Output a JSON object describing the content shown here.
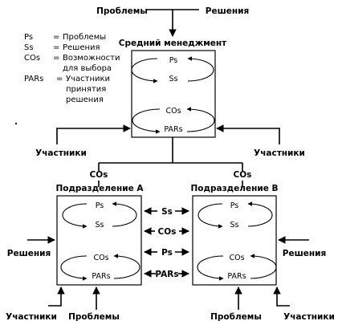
{
  "top": {
    "problems": "Проблемы",
    "solutions": "Решения"
  },
  "legend": [
    {
      "abbr": "Ps",
      "eq": "=",
      "desc": [
        "Проблемы"
      ]
    },
    {
      "abbr": "Ss",
      "eq": "=",
      "desc": [
        "Решения"
      ]
    },
    {
      "abbr": "COs",
      "eq": "=",
      "desc": [
        "Возможности",
        "для выбора"
      ]
    },
    {
      "abbr": "PARs",
      "eq": "=",
      "desc": [
        "Участники",
        "принятия",
        "решения"
      ]
    }
  ],
  "middle": {
    "title": "Средний менеджмент",
    "ps": "Ps",
    "ss": "Ss",
    "cos": "COs",
    "pars": "PARs",
    "participants_left": "Участники",
    "participants_right": "Участники"
  },
  "unit_a": {
    "cos_label": "COs",
    "title": "Подразделение А",
    "ps": "Ps",
    "ss": "Ss",
    "cos": "COs",
    "pars": "PARs",
    "solutions": "Решения",
    "participants": "Участники",
    "problems": "Проблемы"
  },
  "unit_b": {
    "cos_label": "COs",
    "title": "Подразделение В",
    "ps": "Ps",
    "ss": "Ss",
    "cos": "COs",
    "pars": "PARs",
    "solutions": "Решения",
    "participants": "Участники",
    "problems": "Проблемы"
  },
  "exchange": [
    "Ss",
    "COs",
    "Ps",
    "PARs"
  ]
}
